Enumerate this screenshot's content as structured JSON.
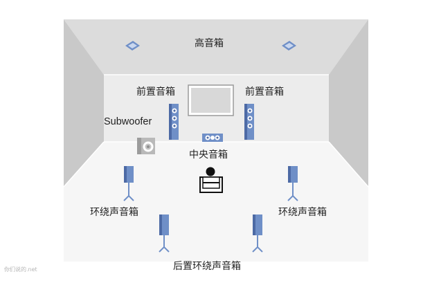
{
  "labels": {
    "height_speakers": "高音箱",
    "front_left": "前置音箱",
    "front_right": "前置音箱",
    "subwoofer": "Subwoofer",
    "center": "中央音箱",
    "surround_left": "环绕声音箱",
    "surround_right": "环绕声音箱",
    "surround_back": "后置环绕声音箱"
  },
  "watermark": "你们说的.net",
  "colors": {
    "room_back_wall": "#eeeeee",
    "room_ceiling": "#dedede",
    "room_side_walls": "#cbcbcb",
    "room_floor": "#f5f5f5",
    "speaker_blue": "#6f8fc7",
    "speaker_dark": "#4d6aa5",
    "speaker_light": "#c9d7ef"
  }
}
